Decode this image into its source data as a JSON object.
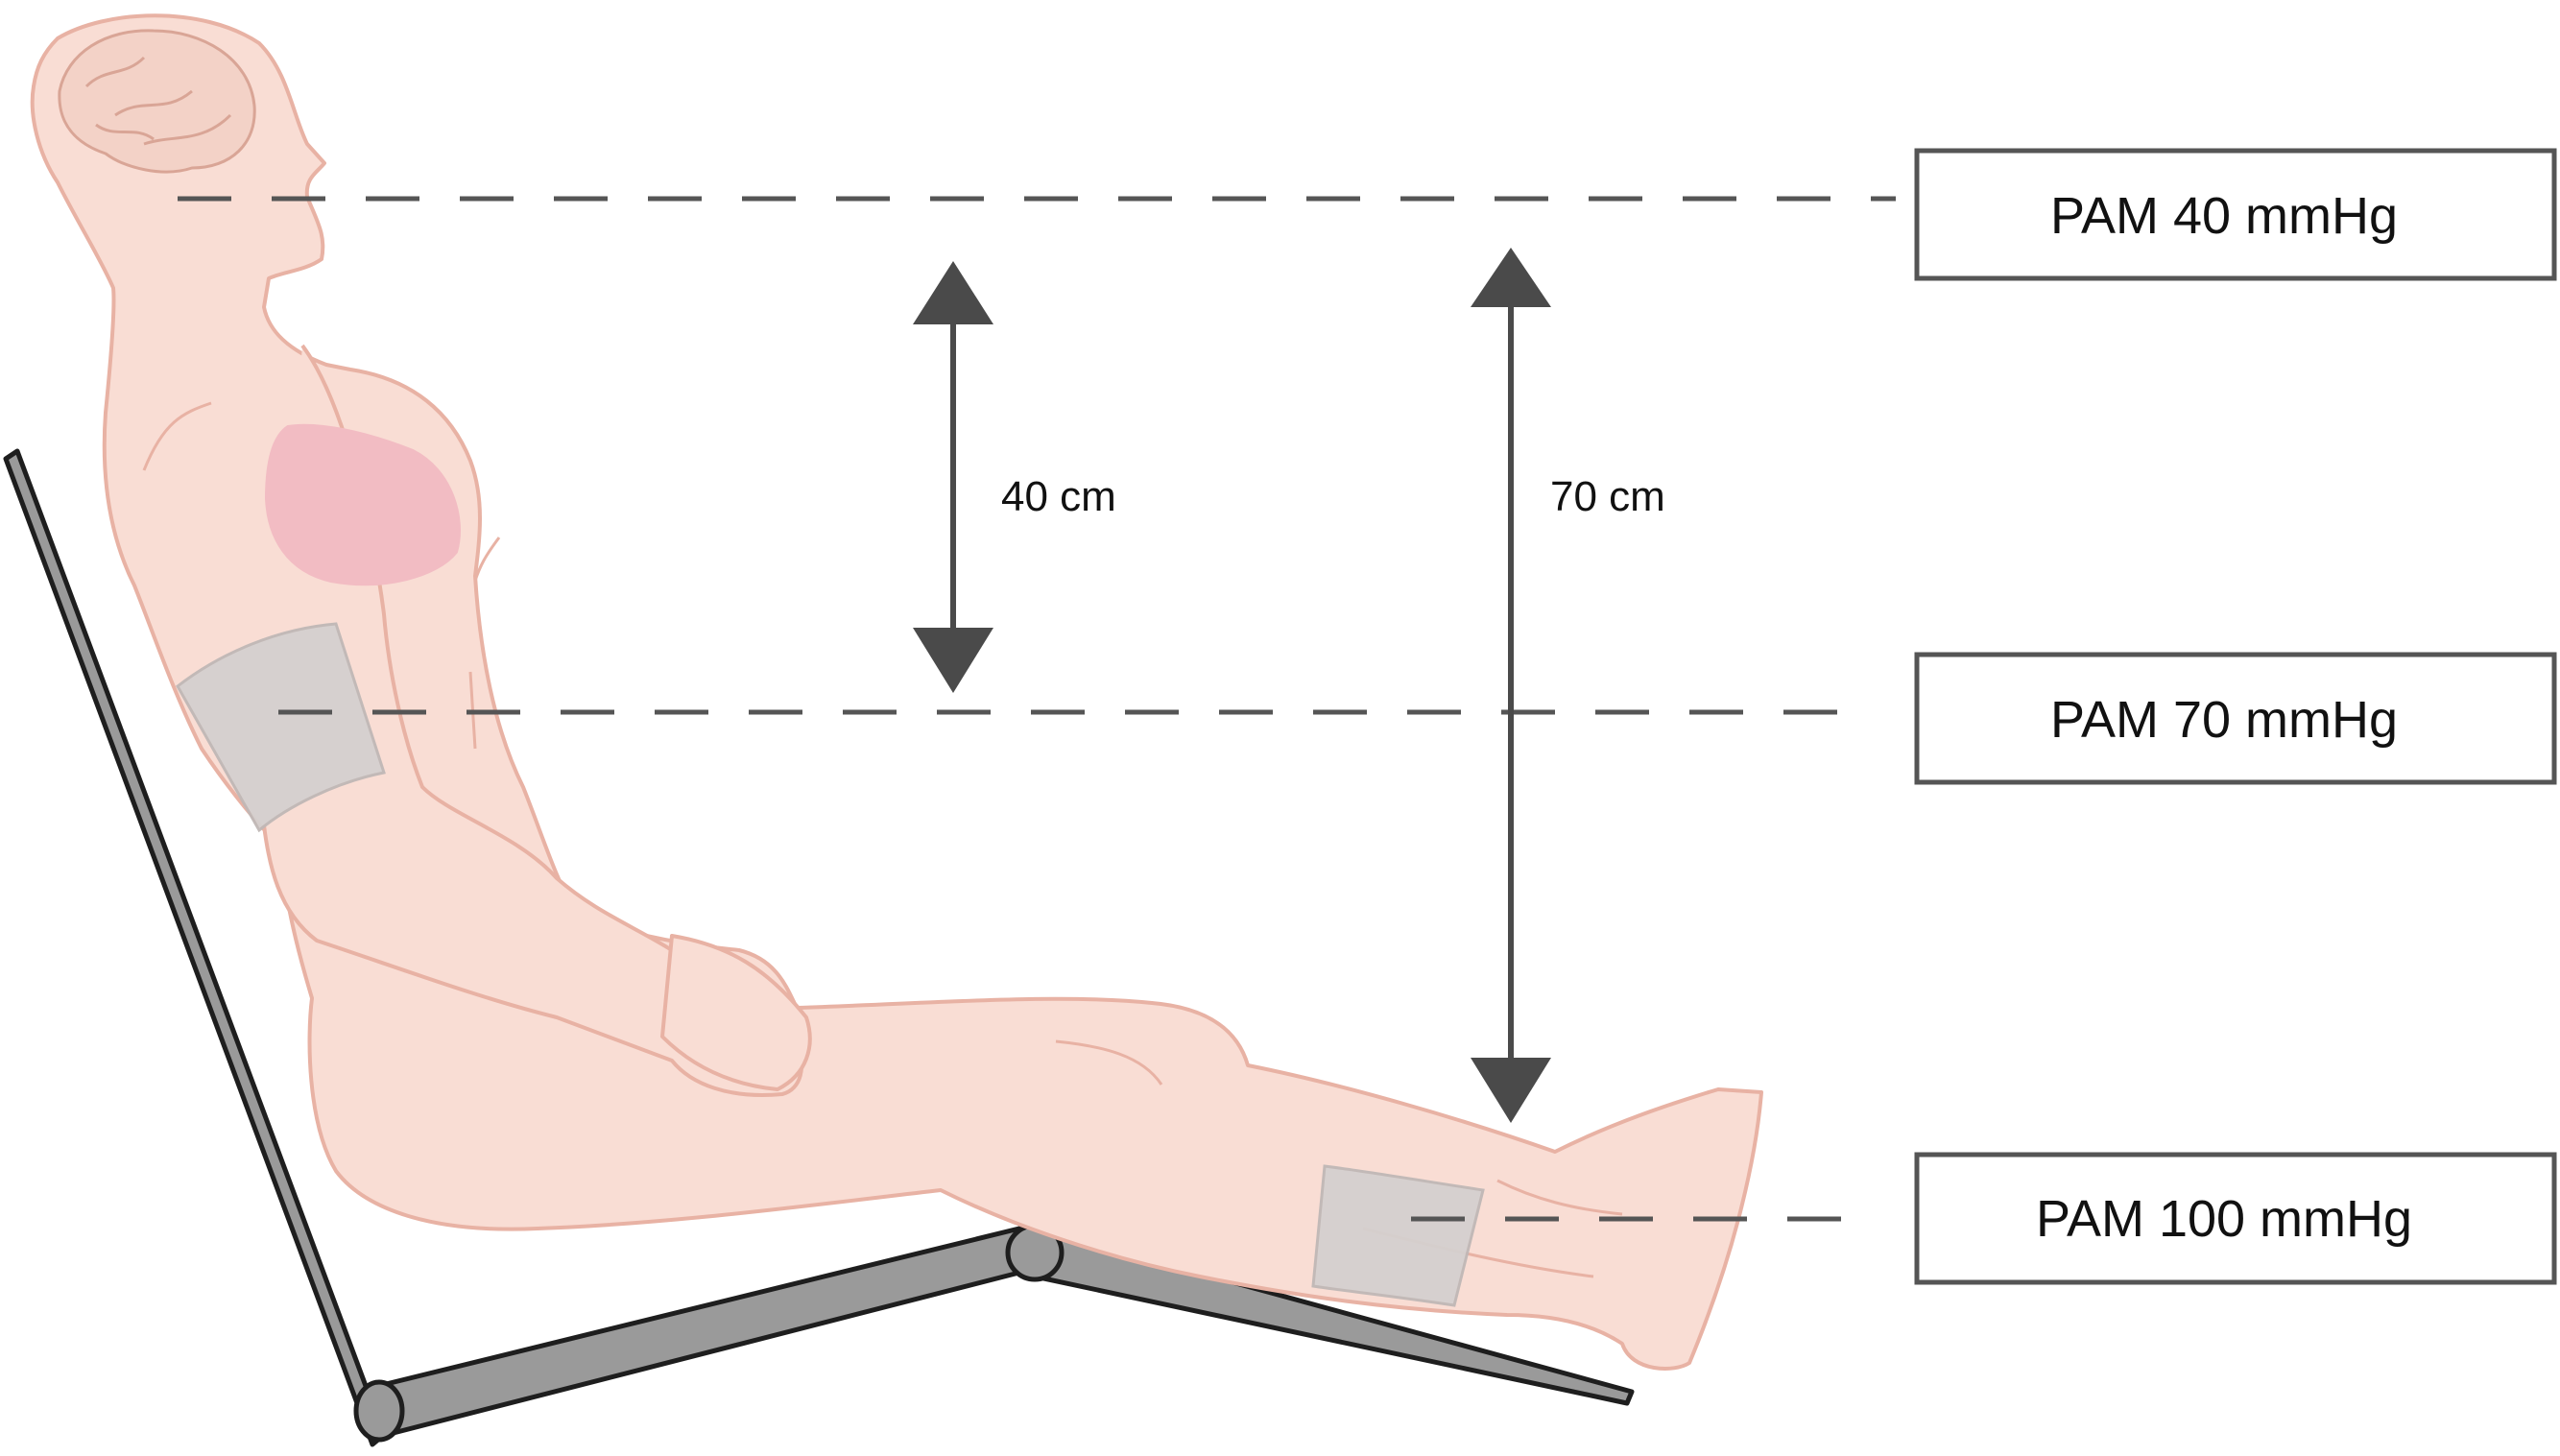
{
  "labels": {
    "pam_head": "PAM 40 mmHg",
    "pam_arm": "PAM 70 mmHg",
    "pam_ankle": "PAM 100 mmHg"
  },
  "distances": {
    "head_to_arm": "40 cm",
    "head_to_ankle": "70 cm"
  },
  "colors": {
    "skin": "#f9ddd4",
    "skin_outline": "#e8b2a4",
    "lung": "#f2bcc3",
    "cuff": "#d5d0cf",
    "chair": "#9a9a9a",
    "chair_outline": "#1e1e1e",
    "arrow": "#4a4a4a",
    "dash": "#555555",
    "box_border": "#555555"
  }
}
